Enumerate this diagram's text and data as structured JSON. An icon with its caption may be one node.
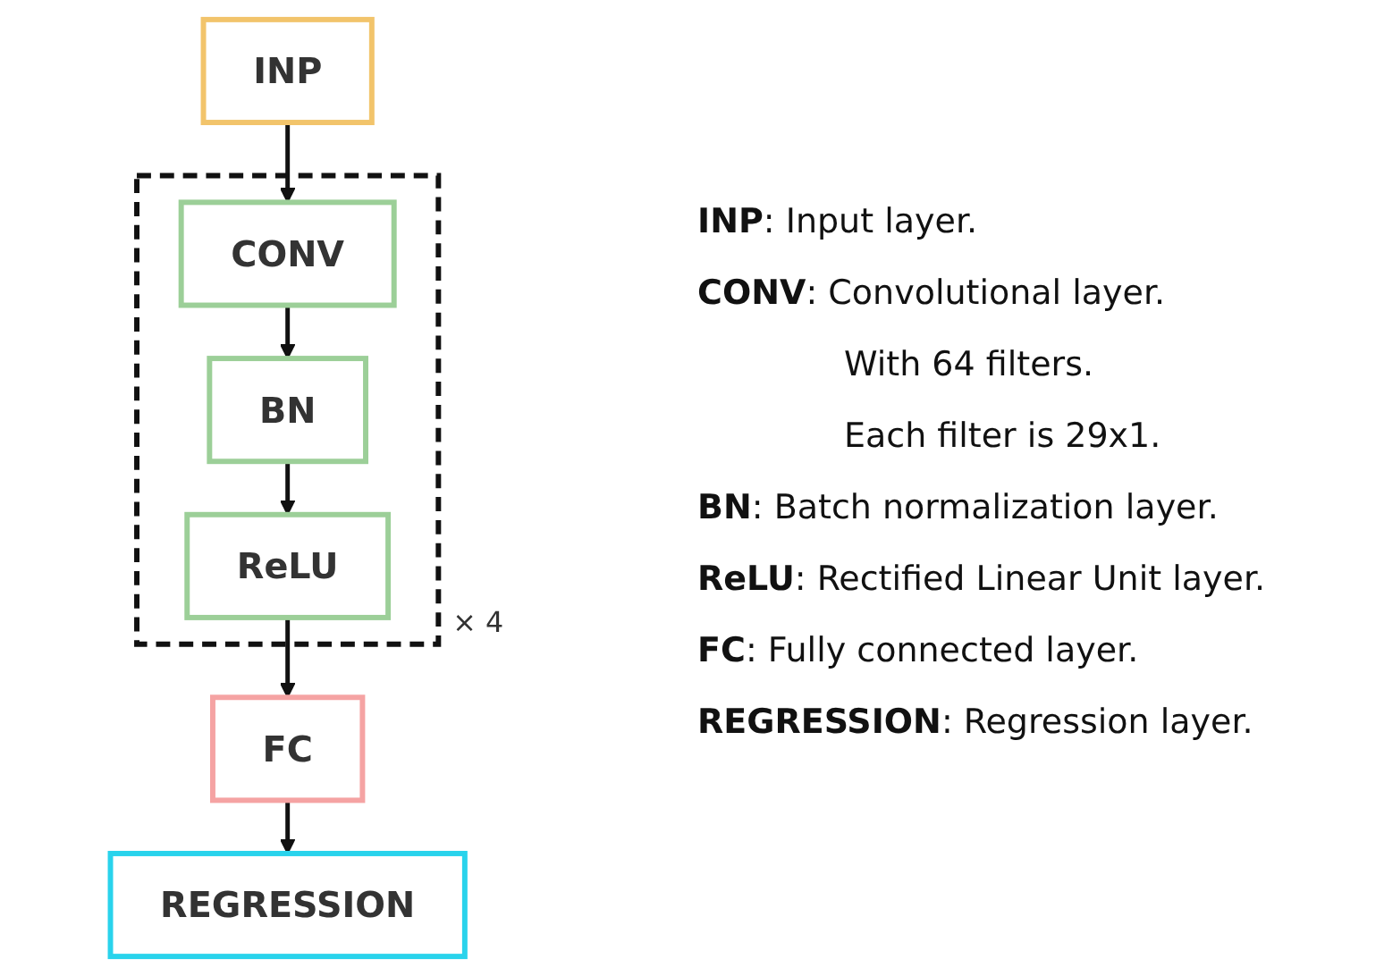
{
  "diagram": {
    "nodes": [
      {
        "text": [
          "INP"
        ]
      },
      {
        "text": [],
        "shape": "box",
        "beside": [
          "× 4"
        ]
      },
      {
        "text": [
          "CONV"
        ],
        "in": 1
      },
      {
        "text": [
          "BN"
        ],
        "in": 1
      },
      {
        "text": [
          "ReLU"
        ],
        "in": 1
      },
      {
        "text": [
          "FC"
        ]
      },
      {
        "text": [
          "REGRESSION"
        ]
      }
    ],
    "edges": [
      {
        "from": 0,
        "to": 2,
        "arrow": "to"
      },
      {
        "from": 2,
        "to": 3,
        "arrow": "to"
      },
      {
        "from": 3,
        "to": 4,
        "arrow": "to"
      },
      {
        "from": 4,
        "to": 5,
        "arrow": "to"
      },
      {
        "from": 5,
        "to": 6,
        "arrow": "to"
      }
    ],
    "labels": [
      "**INP**: Input layer.",
      "**CONV**: Convolutional layer.",
      "With 64 filters.",
      "Each filter is 29x1.",
      "**BN**: Batch normalization layer.",
      "**ReLU**: Rectified Linear Unit layer.",
      "**FC**: Fully connected layer.",
      "**REGRESSION**: Regression layer."
    ]
  }
}
